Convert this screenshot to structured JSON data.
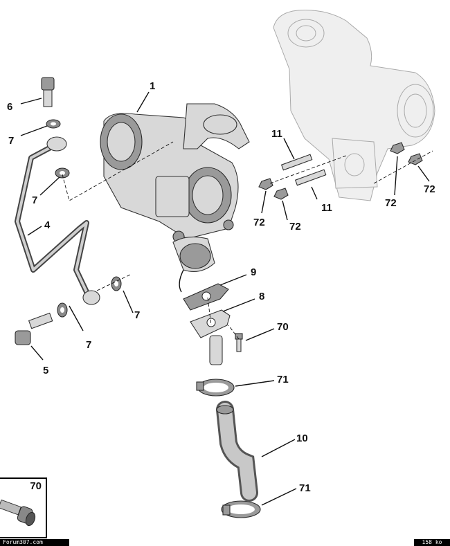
{
  "callouts": {
    "c1": "1",
    "c4": "4",
    "c5": "5",
    "c6": "6",
    "c7a": "7",
    "c7b": "7",
    "c7c": "7",
    "c7d": "7",
    "c8": "8",
    "c9": "9",
    "c10": "10",
    "c11a": "11",
    "c11b": "11",
    "c70": "70",
    "c71a": "71",
    "c71b": "71",
    "c72a": "72",
    "c72b": "72",
    "c72c": "72",
    "c72d": "72"
  },
  "inset": {
    "label": "70"
  },
  "footer": {
    "left": "Forum307.com",
    "right": "158 ko"
  }
}
